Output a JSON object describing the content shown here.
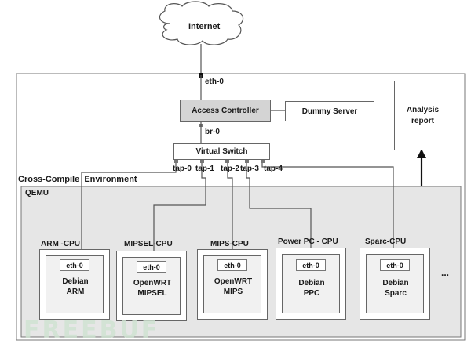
{
  "internet": "Internet",
  "eth0": "eth-0",
  "access_controller": "Access Controller",
  "dummy_server": "Dummy Server",
  "analysis_report": [
    "Analysis",
    "report"
  ],
  "br0": "br-0",
  "virtual_switch": "Virtual Switch",
  "taps": [
    "tap-0",
    "tap-1",
    "tap-2",
    "tap-3",
    "tap-4"
  ],
  "cross_compile": "Cross-Compile  Environment",
  "qemu": "QEMU",
  "cpus": [
    {
      "label": "ARM -CPU",
      "iface": "eth-0",
      "os": [
        "Debian",
        "ARM"
      ]
    },
    {
      "label": "MIPSEL-CPU",
      "iface": "eth-0",
      "os": [
        "OpenWRT",
        "MIPSEL"
      ]
    },
    {
      "label": "MIPS-CPU",
      "iface": "eth-0",
      "os": [
        "OpenWRT",
        "MIPS"
      ]
    },
    {
      "label": "Power PC - CPU",
      "iface": "eth-0",
      "os": [
        "Debian",
        "PPC"
      ]
    },
    {
      "label": "Sparc-CPU",
      "iface": "eth-0",
      "os": [
        "Debian",
        "Sparc"
      ]
    }
  ],
  "ellipsis": "...",
  "watermark": "FREEBUF",
  "colors": {
    "line": "#555555",
    "box_fill": "#ffffff",
    "controller_fill": "#d4d4d4",
    "qemu_fill": "#e6e6e6",
    "cpu_fill": "#f1f1f1"
  }
}
